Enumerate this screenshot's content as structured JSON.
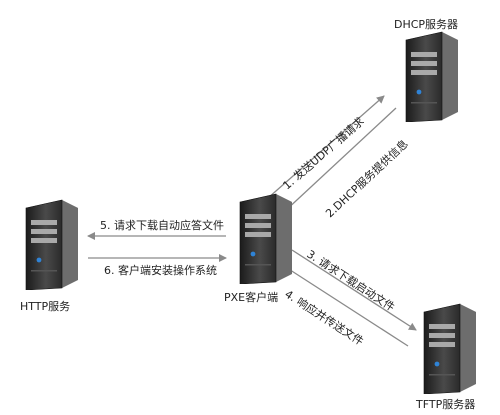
{
  "nodes": {
    "dhcp": {
      "label": "DHCP服务器"
    },
    "pxe": {
      "label": "PXE客户端"
    },
    "http": {
      "label": "HTTP服务"
    },
    "tftp": {
      "label": "TFTP服务器"
    }
  },
  "flows": {
    "f1": "1. 发送UDP广播请求",
    "f2": "2.DHCP服务提供信息",
    "f3": "3. 请求下载启动文件",
    "f4": "4. 响应并传送文件",
    "f5": "5. 请求下载自动应答文件",
    "f6": "6. 客户端安装操作系统"
  }
}
